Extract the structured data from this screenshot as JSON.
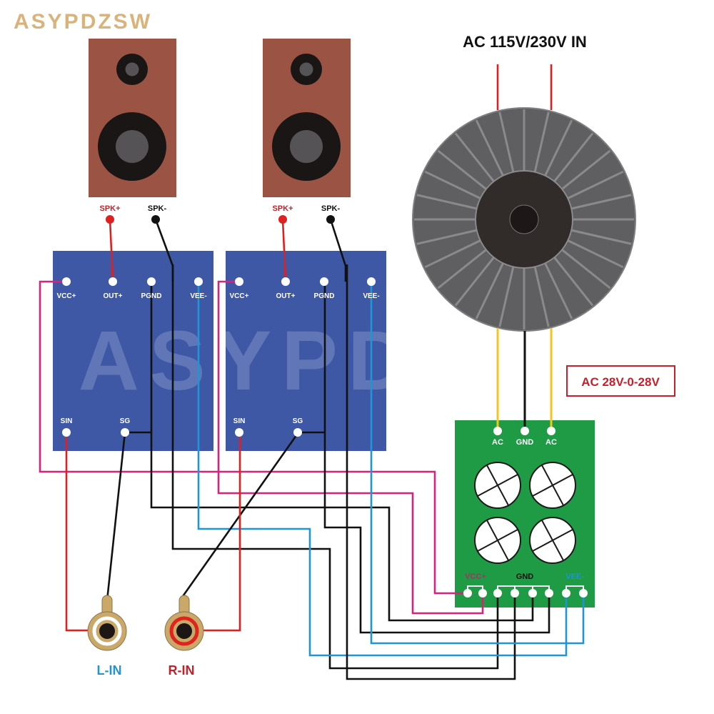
{
  "brand": {
    "logo_text": "ASYPDZSW",
    "watermark_text": "ASYPDZSW"
  },
  "colors": {
    "brand": "#d9b27c",
    "speaker_cabinet": "#9b5443",
    "amp_board": "#3f58a6",
    "power_board": "#1f9a45",
    "transformer": "#5f5e60",
    "wire_red": "#e02020",
    "wire_black": "#111111",
    "wire_magenta": "#d6237e",
    "wire_blue": "#1f95d6",
    "wire_yellow": "#f2c51f",
    "label_red": "#c8202a",
    "label_blue": "#1f95d6",
    "label_magenta": "#b22b6b"
  },
  "mains": {
    "label": "AC 115V/230V IN"
  },
  "secondary": {
    "label": "AC 28V-0-28V"
  },
  "speakers": [
    {
      "id": "left",
      "plus_label": "SPK+",
      "minus_label": "SPK-"
    },
    {
      "id": "right",
      "plus_label": "SPK+",
      "minus_label": "SPK-"
    }
  ],
  "amp_boards": [
    {
      "id": "left-amp",
      "top_pins": [
        "VCC+",
        "OUT+",
        "PGND",
        "VEE-"
      ],
      "bottom_pins": [
        "SIN",
        "SG"
      ]
    },
    {
      "id": "right-amp",
      "top_pins": [
        "VCC+",
        "OUT+",
        "PGND",
        "VEE-"
      ],
      "bottom_pins": [
        "SIN",
        "SG"
      ]
    }
  ],
  "power_board": {
    "input_pins": [
      "AC",
      "GND",
      "AC"
    ],
    "output_groups": [
      {
        "label": "VCC+",
        "pins": 2
      },
      {
        "label": "GND",
        "pins": 4
      },
      {
        "label": "VEE-",
        "pins": 2
      }
    ],
    "capacitor_count": 4
  },
  "inputs": [
    {
      "id": "left-in",
      "label": "L-IN"
    },
    {
      "id": "right-in",
      "label": "R-IN"
    }
  ]
}
